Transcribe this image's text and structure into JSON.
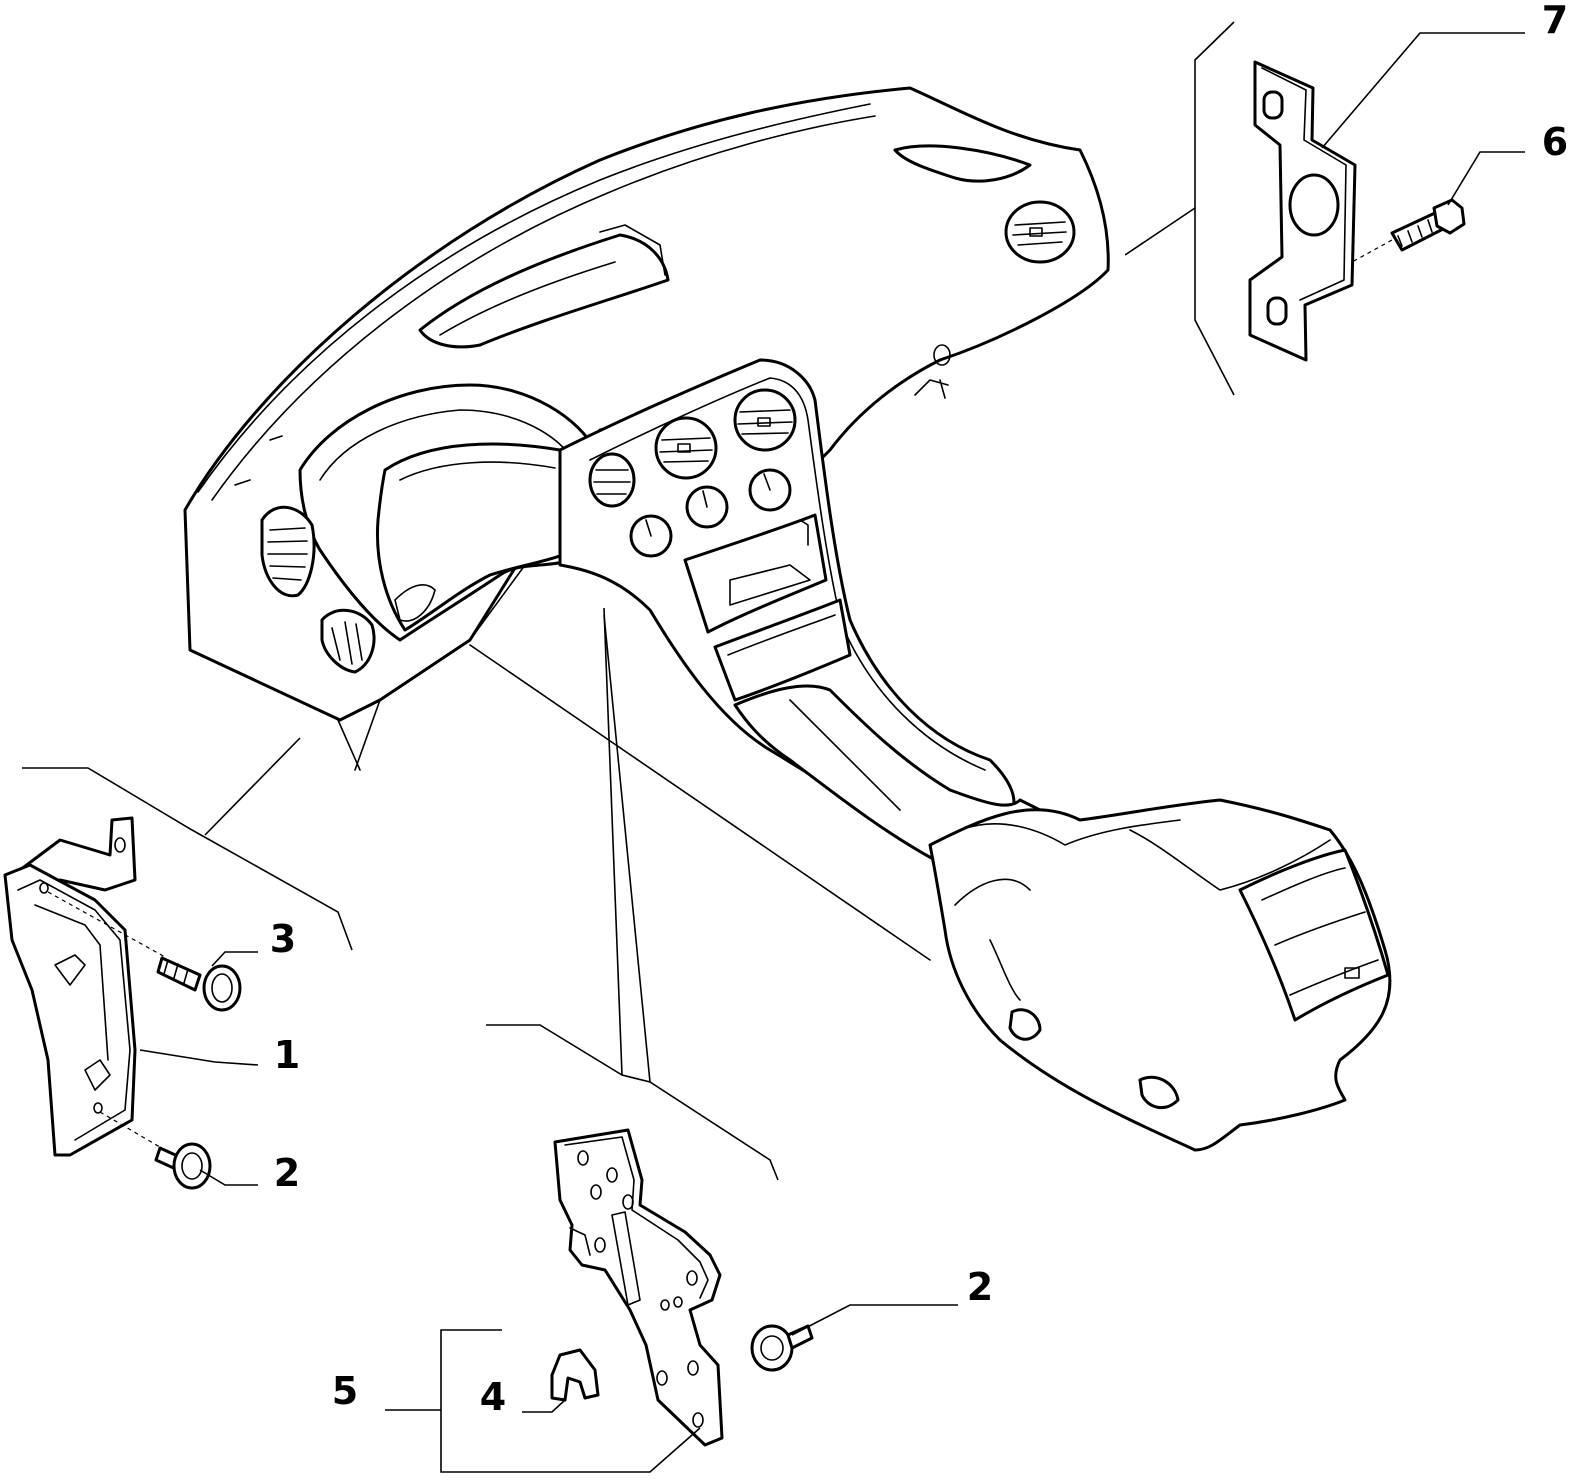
{
  "figure": {
    "type": "exploded parts diagram"
  },
  "callouts": [
    {
      "id": "c1",
      "label": "1"
    },
    {
      "id": "c2a",
      "label": "2"
    },
    {
      "id": "c2b",
      "label": "2"
    },
    {
      "id": "c3",
      "label": "3"
    },
    {
      "id": "c4",
      "label": "4"
    },
    {
      "id": "c5",
      "label": "5"
    },
    {
      "id": "c6",
      "label": "6"
    },
    {
      "id": "c7",
      "label": "7"
    }
  ]
}
